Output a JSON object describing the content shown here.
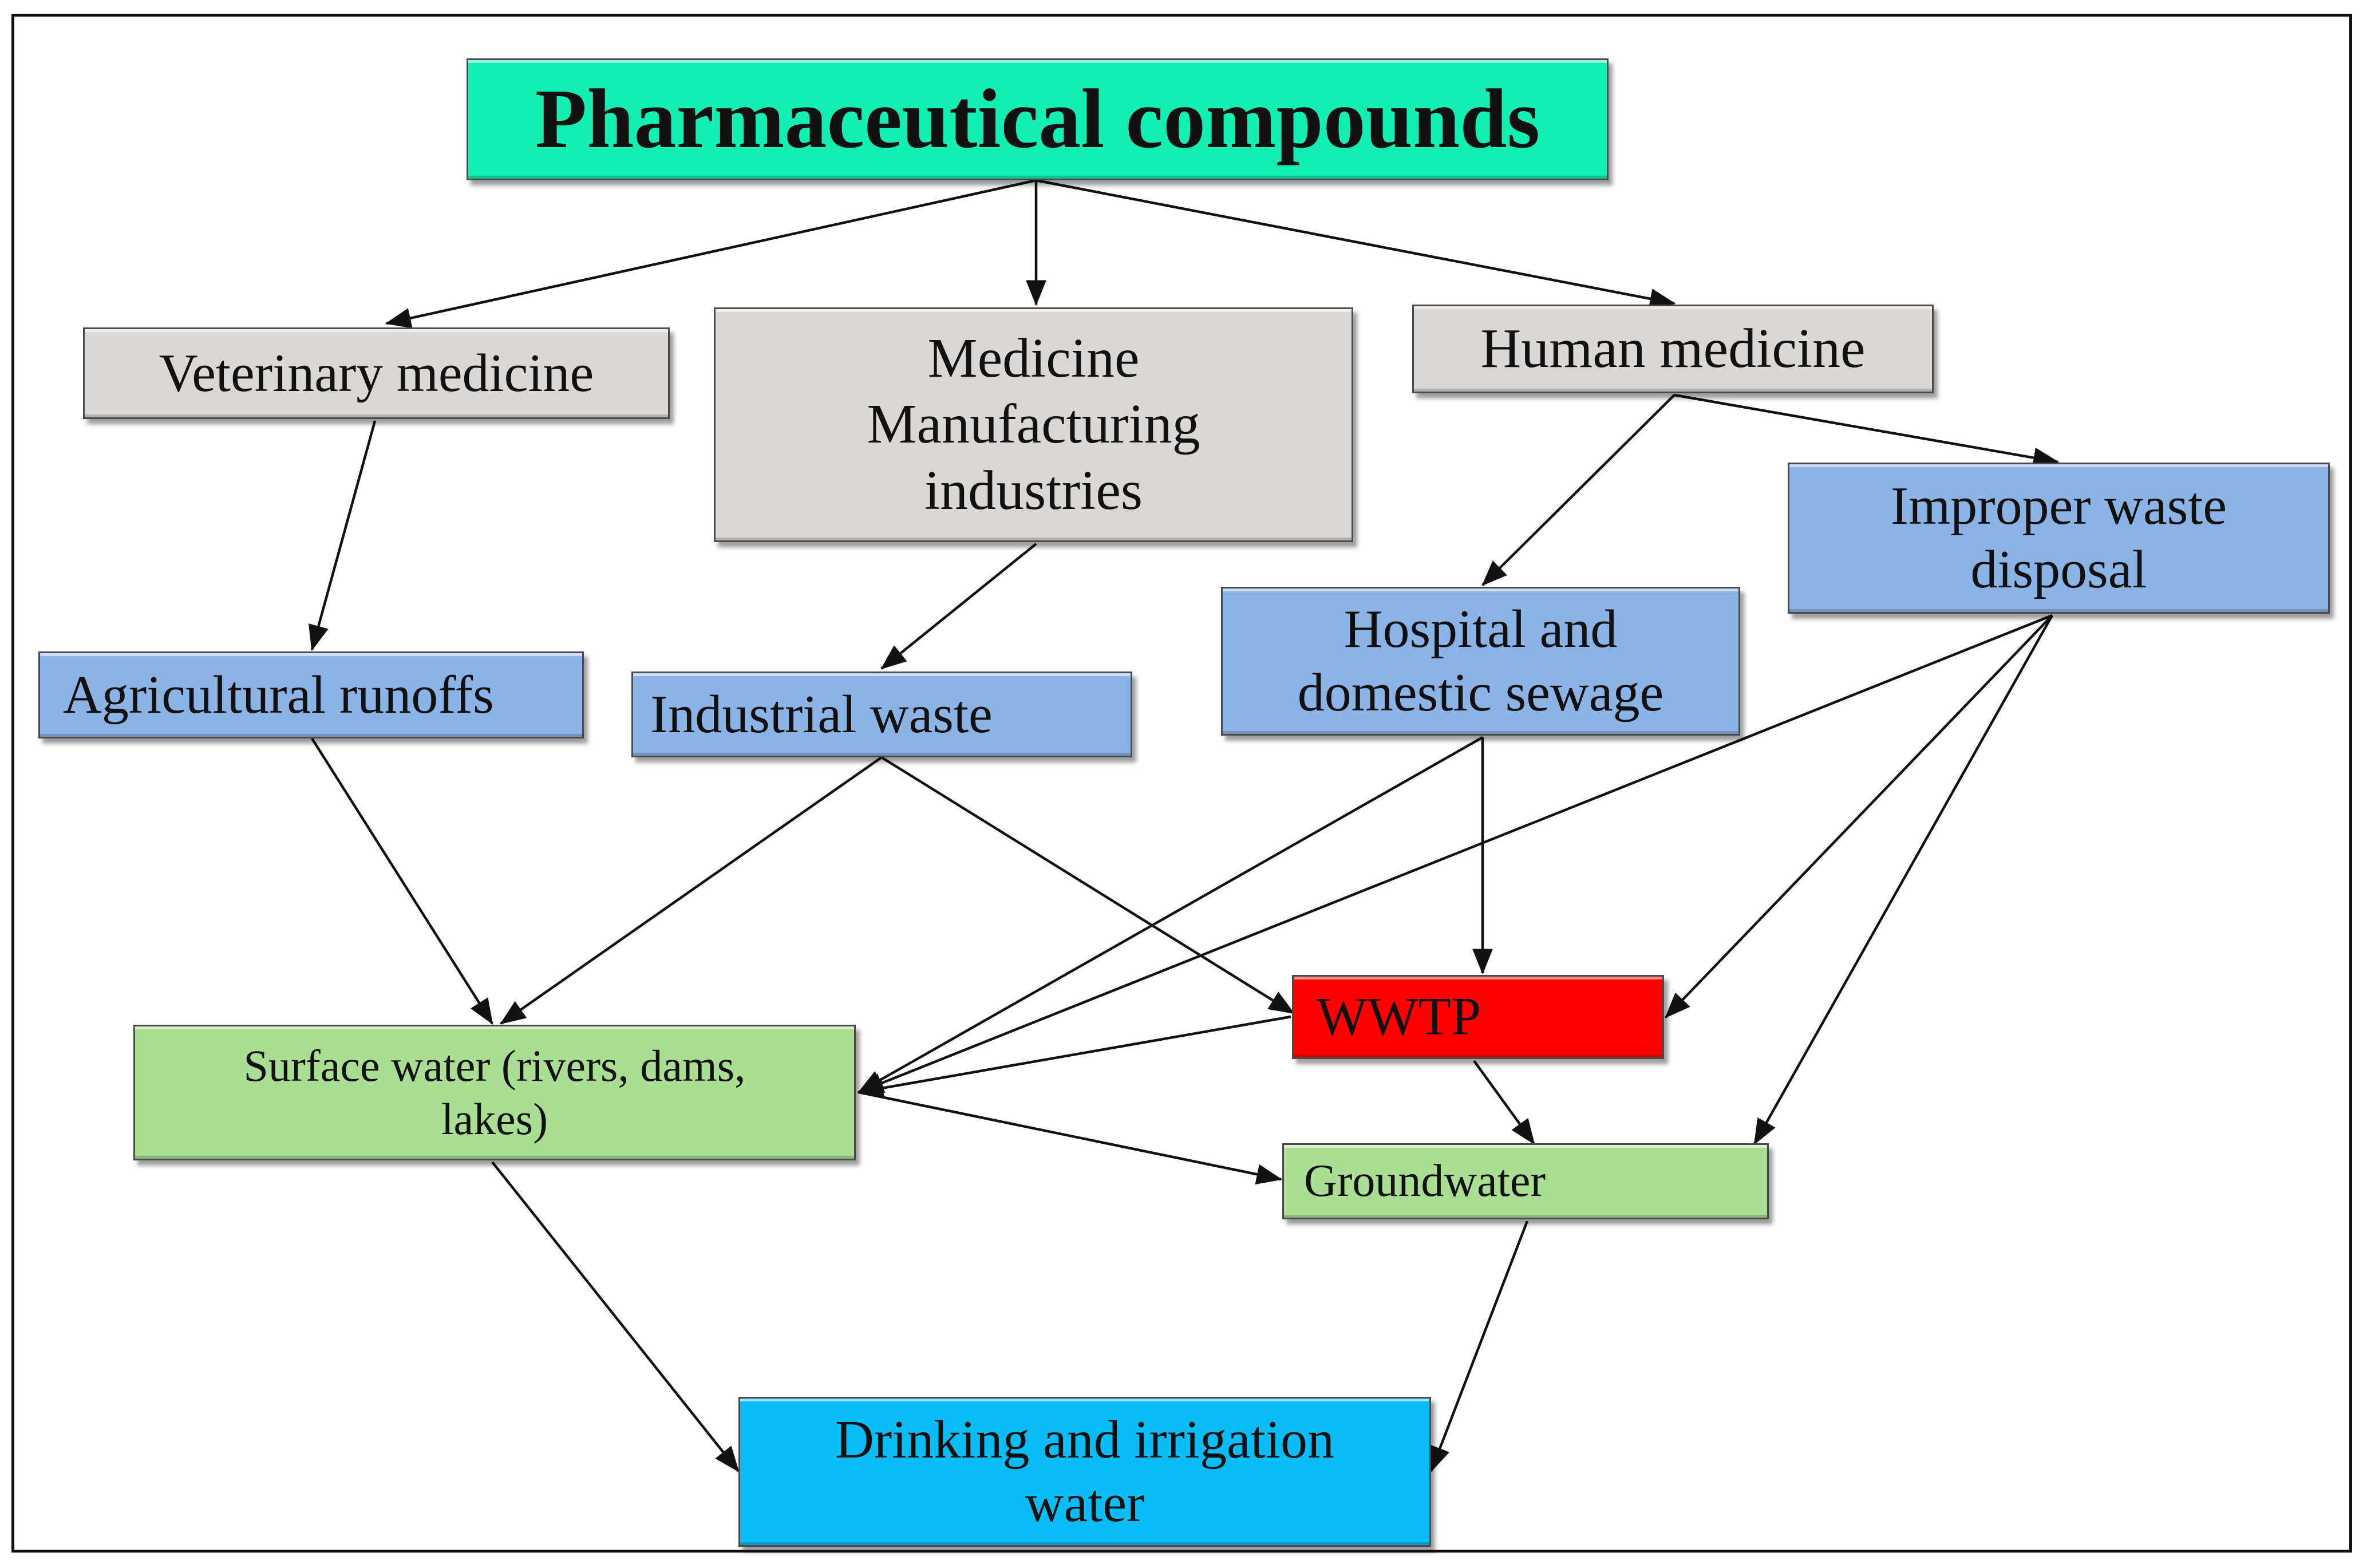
{
  "nodes": {
    "pharma": "Pharmaceutical compounds",
    "veterinary": "Veterinary medicine",
    "manufacturing": "Medicine\nManufacturing\nindustries",
    "human": "Human medicine",
    "improper": "Improper waste\ndisposal",
    "agricultural": "Agricultural runoffs",
    "industrial": "Industrial waste",
    "hospital": "Hospital and\ndomestic sewage",
    "wwtp": "WWTP",
    "surface": "Surface water (rivers, dams,\nlakes)",
    "groundwater": "Groundwater",
    "drinking": "Drinking and irrigation\nwater"
  },
  "colors": {
    "source": "#13efb3",
    "category": "#d9d8d6",
    "pathway": "#8cb3e6",
    "water_body": "#a9de93",
    "treatment": "#ff0000",
    "end_use": "#0abdf6"
  }
}
